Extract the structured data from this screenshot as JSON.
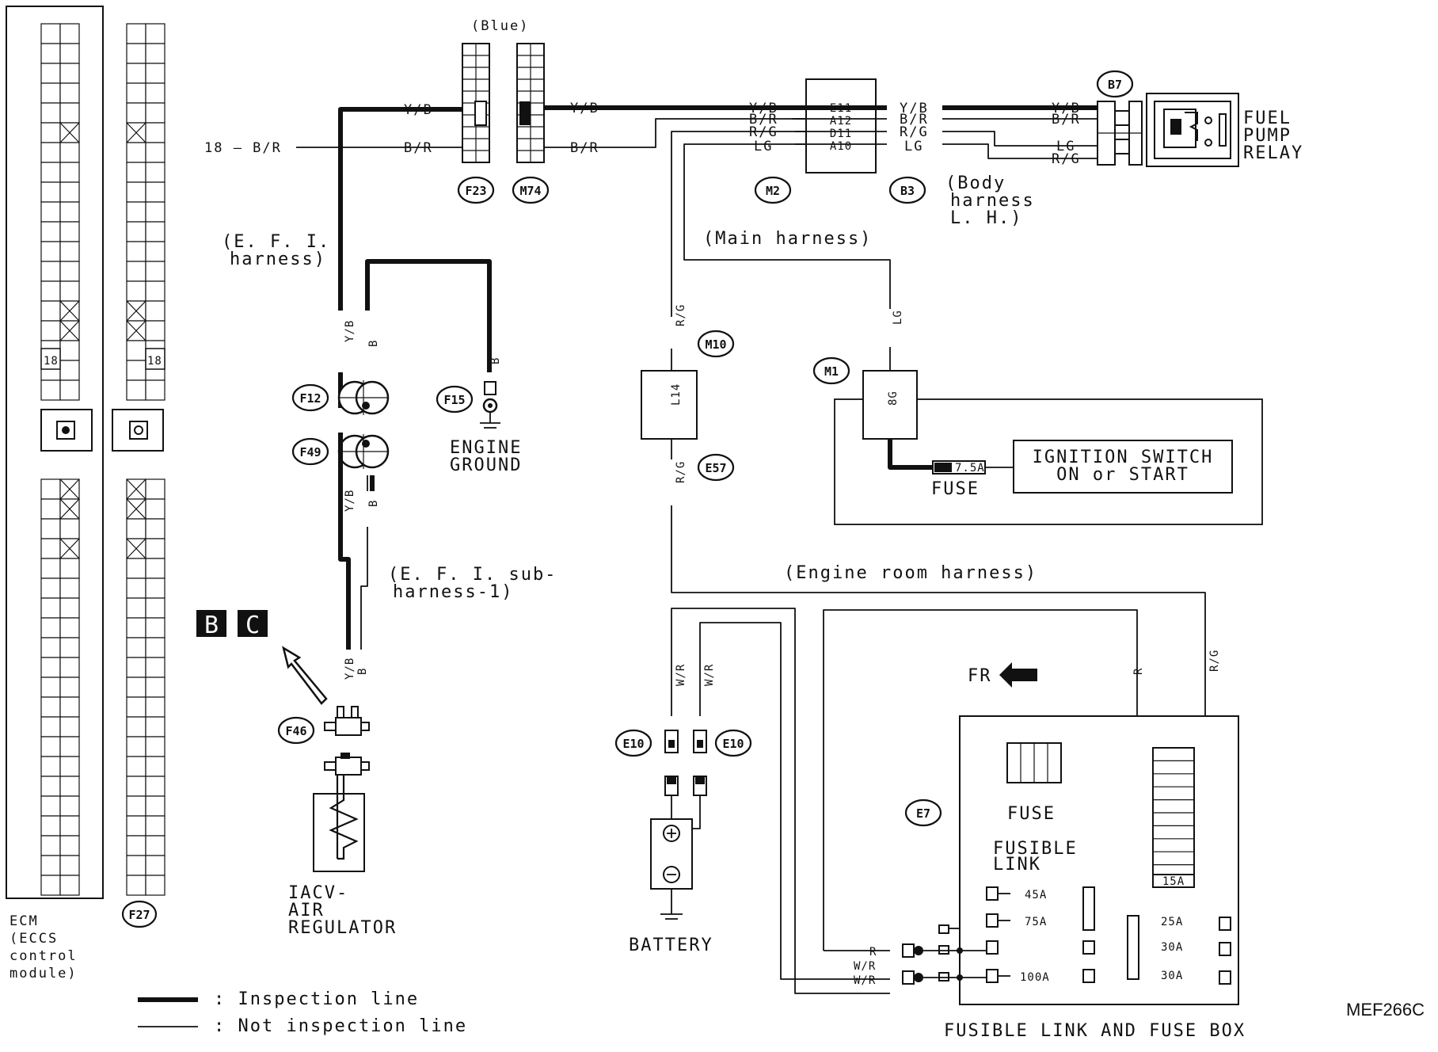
{
  "ecm": {
    "label_lines": [
      "ECM",
      "(ECCS",
      "control",
      "module)"
    ],
    "left_pin": "18",
    "right_pin": "18",
    "connector_id": "F27"
  },
  "connectors": {
    "F23": "F23",
    "M74": "M74",
    "M2": "M2",
    "B3": "B3",
    "B7": "B7",
    "F12": "F12",
    "F49": "F49",
    "F15": "F15",
    "F46": "F46",
    "M10": "M10",
    "M1": "M1",
    "E57": "E57",
    "E10a": "E10",
    "E10b": "E10",
    "E7": "E7"
  },
  "labels": {
    "blue": "(Blue)",
    "efi_harness": [
      "(E. F. I.",
      "harness)"
    ],
    "efi_sub_harness": [
      "(E. F. I.  sub-",
      "harness-1)"
    ],
    "main_harness": "(Main harness)",
    "body_harness": [
      "(Body",
      "harness",
      "L. H.)"
    ],
    "engine_room_harness": "(Engine room harness)",
    "engine_ground": [
      "ENGINE",
      "GROUND"
    ],
    "iacv": [
      "IACV-",
      "AIR",
      "REGULATOR"
    ],
    "battery": "BATTERY",
    "fuel_pump_relay": [
      "FUEL",
      "PUMP",
      "RELAY"
    ],
    "ignition_switch": [
      "IGNITION SWITCH",
      "ON or START"
    ],
    "fuse": "FUSE",
    "fuse_rating": "7.5A",
    "fr": "FR",
    "fuse_box_title": "FUSIBLE LINK AND FUSE BOX",
    "fuse_box_fuse": "FUSE",
    "fuse_box_fusible": [
      "FUSIBLE",
      "LINK"
    ],
    "fuse_box_15a": "15A",
    "code": "MEF266C",
    "box_b": "B",
    "box_c": "C"
  },
  "wires": {
    "yb": "Y/B",
    "br": "B/R",
    "rg": "R/G",
    "lg": "LG",
    "b": "B",
    "r": "R",
    "wr": "W/R",
    "pin18_br": "18 — B/R"
  },
  "m2_pins": [
    "E11",
    "A12",
    "D11",
    "A10"
  ],
  "m10_pin": "L14",
  "m1_pin": "8G",
  "fusible_left": [
    "45A",
    "75A",
    "",
    "100A"
  ],
  "fusible_right": [
    "25A",
    "30A",
    "30A"
  ],
  "legend": {
    "inspection": ": Inspection line",
    "not_inspection": ": Not inspection line"
  }
}
